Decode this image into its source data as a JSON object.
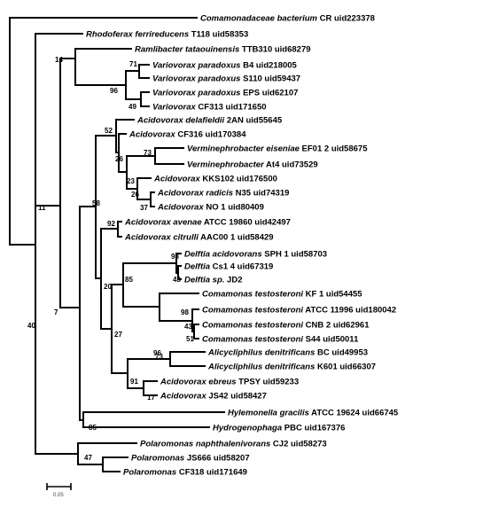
{
  "taxa": [
    {
      "genus": "Comamonadaceae bacterium",
      "rest": "CR uid223378"
    },
    {
      "genus": "Rhodoferax ferrireducens",
      "rest": "T118 uid58353"
    },
    {
      "genus": "Ramlibacter tataouinensis",
      "rest": "TTB310 uid68279"
    },
    {
      "genus": "Variovorax paradoxus",
      "rest": "B4 uid218005"
    },
    {
      "genus": "Variovorax paradoxus",
      "rest": "S110 uid59437"
    },
    {
      "genus": "Variovorax paradoxus",
      "rest": "EPS uid62107"
    },
    {
      "genus": "Variovorax",
      "rest": "CF313 uid171650"
    },
    {
      "genus": "Acidovorax delafieldii",
      "rest": "2AN uid55645"
    },
    {
      "genus": "Acidovorax",
      "rest": "CF316 uid170384"
    },
    {
      "genus": "Verminephrobacter eiseniae",
      "rest": "EF01 2 uid58675"
    },
    {
      "genus": "Verminephrobacter",
      "rest": "At4 uid73529"
    },
    {
      "genus": "Acidovorax",
      "rest": "KKS102 uid176500"
    },
    {
      "genus": "Acidovorax radicis",
      "rest": "N35 uid74319"
    },
    {
      "genus": "Acidovorax",
      "rest": "NO 1 uid80409"
    },
    {
      "genus": "Acidovorax avenae",
      "rest": "ATCC 19860 uid42497"
    },
    {
      "genus": "Acidovorax citrulli",
      "rest": "AAC00 1 uid58429"
    },
    {
      "genus": "Delftia acidovorans",
      "rest": "SPH 1 uid58703"
    },
    {
      "genus": "Delftia",
      "rest": "Cs1 4 uid67319"
    },
    {
      "genus": "Delftia sp.",
      "rest": "JD2"
    },
    {
      "genus": "Comamonas testosteroni",
      "rest": "KF 1 uid54455"
    },
    {
      "genus": "Comamonas testosteroni",
      "rest": "ATCC 11996 uid180042"
    },
    {
      "genus": "Comamonas testosteroni",
      "rest": "CNB 2 uid62961"
    },
    {
      "genus": "Comamonas testosteroni",
      "rest": "S44 uid50011"
    },
    {
      "genus": "Alicycliphilus denitrificans",
      "rest": "BC uid49953"
    },
    {
      "genus": "Alicycliphilus denitrificans",
      "rest": "K601 uid66307"
    },
    {
      "genus": "Acidovorax ebreus",
      "rest": "TPSY uid59233"
    },
    {
      "genus": "Acidovorax",
      "rest": " JS42 uid58427"
    },
    {
      "genus": "Hylemonella gracilis",
      "rest": "ATCC 19624 uid66745"
    },
    {
      "genus": "Hydrogenophaga",
      "rest": "PBC uid167376"
    },
    {
      "genus": "Polaromonas naphthalenivorans",
      "rest": "CJ2 uid58273"
    },
    {
      "genus": "Polaromonas",
      "rest": "JS666 uid58207"
    },
    {
      "genus": "Polaromonas",
      "rest": "CF318 uid171649"
    }
  ],
  "bootstrap": [
    "40",
    "11",
    "7",
    "14",
    "71",
    "96",
    "49",
    "58",
    "52",
    "26",
    "73",
    "23",
    "26",
    "37",
    "20",
    "92",
    "27",
    "85",
    "98",
    "43",
    "98",
    "43",
    "51",
    "73",
    "96",
    "91",
    "17",
    "85",
    "47"
  ],
  "scale_bar": {
    "label": "0.05"
  }
}
